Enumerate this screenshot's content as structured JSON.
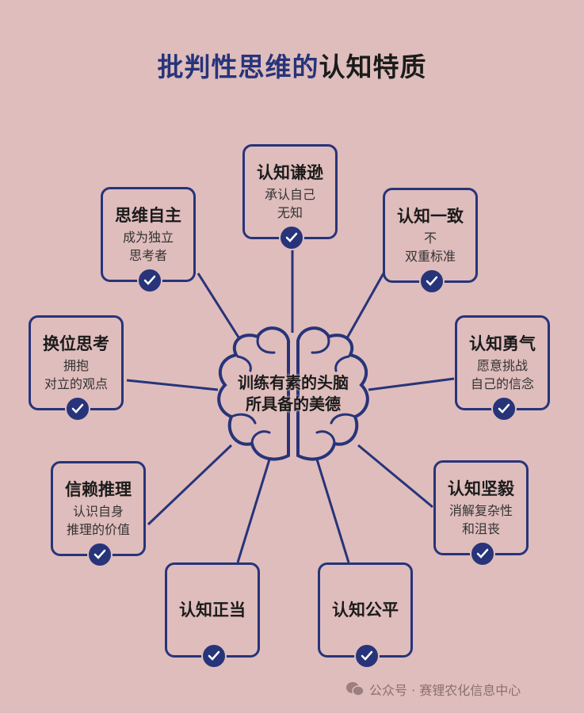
{
  "title": {
    "part1": "批判性思维的",
    "part2": "认知特质"
  },
  "center": {
    "line1": "训练有素的头脑",
    "line2": "所具备的美德"
  },
  "traits": [
    {
      "title": "认知谦逊",
      "subtitle": "承认自己\n无知"
    },
    {
      "title": "思维自主",
      "subtitle": "成为独立\n思考者"
    },
    {
      "title": "认知一致",
      "subtitle": "不\n双重标准"
    },
    {
      "title": "换位思考",
      "subtitle": "拥抱\n对立的观点"
    },
    {
      "title": "认知勇气",
      "subtitle": "愿意挑战\n自己的信念"
    },
    {
      "title": "信赖推理",
      "subtitle": "认识自身\n推理的价值"
    },
    {
      "title": "认知坚毅",
      "subtitle": "消解复杂性\n和沮丧"
    },
    {
      "title": "认知正当",
      "subtitle": ""
    },
    {
      "title": "认知公平",
      "subtitle": ""
    }
  ],
  "watermark": "公众号 · 赛锂农化信息中心",
  "colors": {
    "background": "#dfbdbc",
    "navy": "#27347a"
  }
}
